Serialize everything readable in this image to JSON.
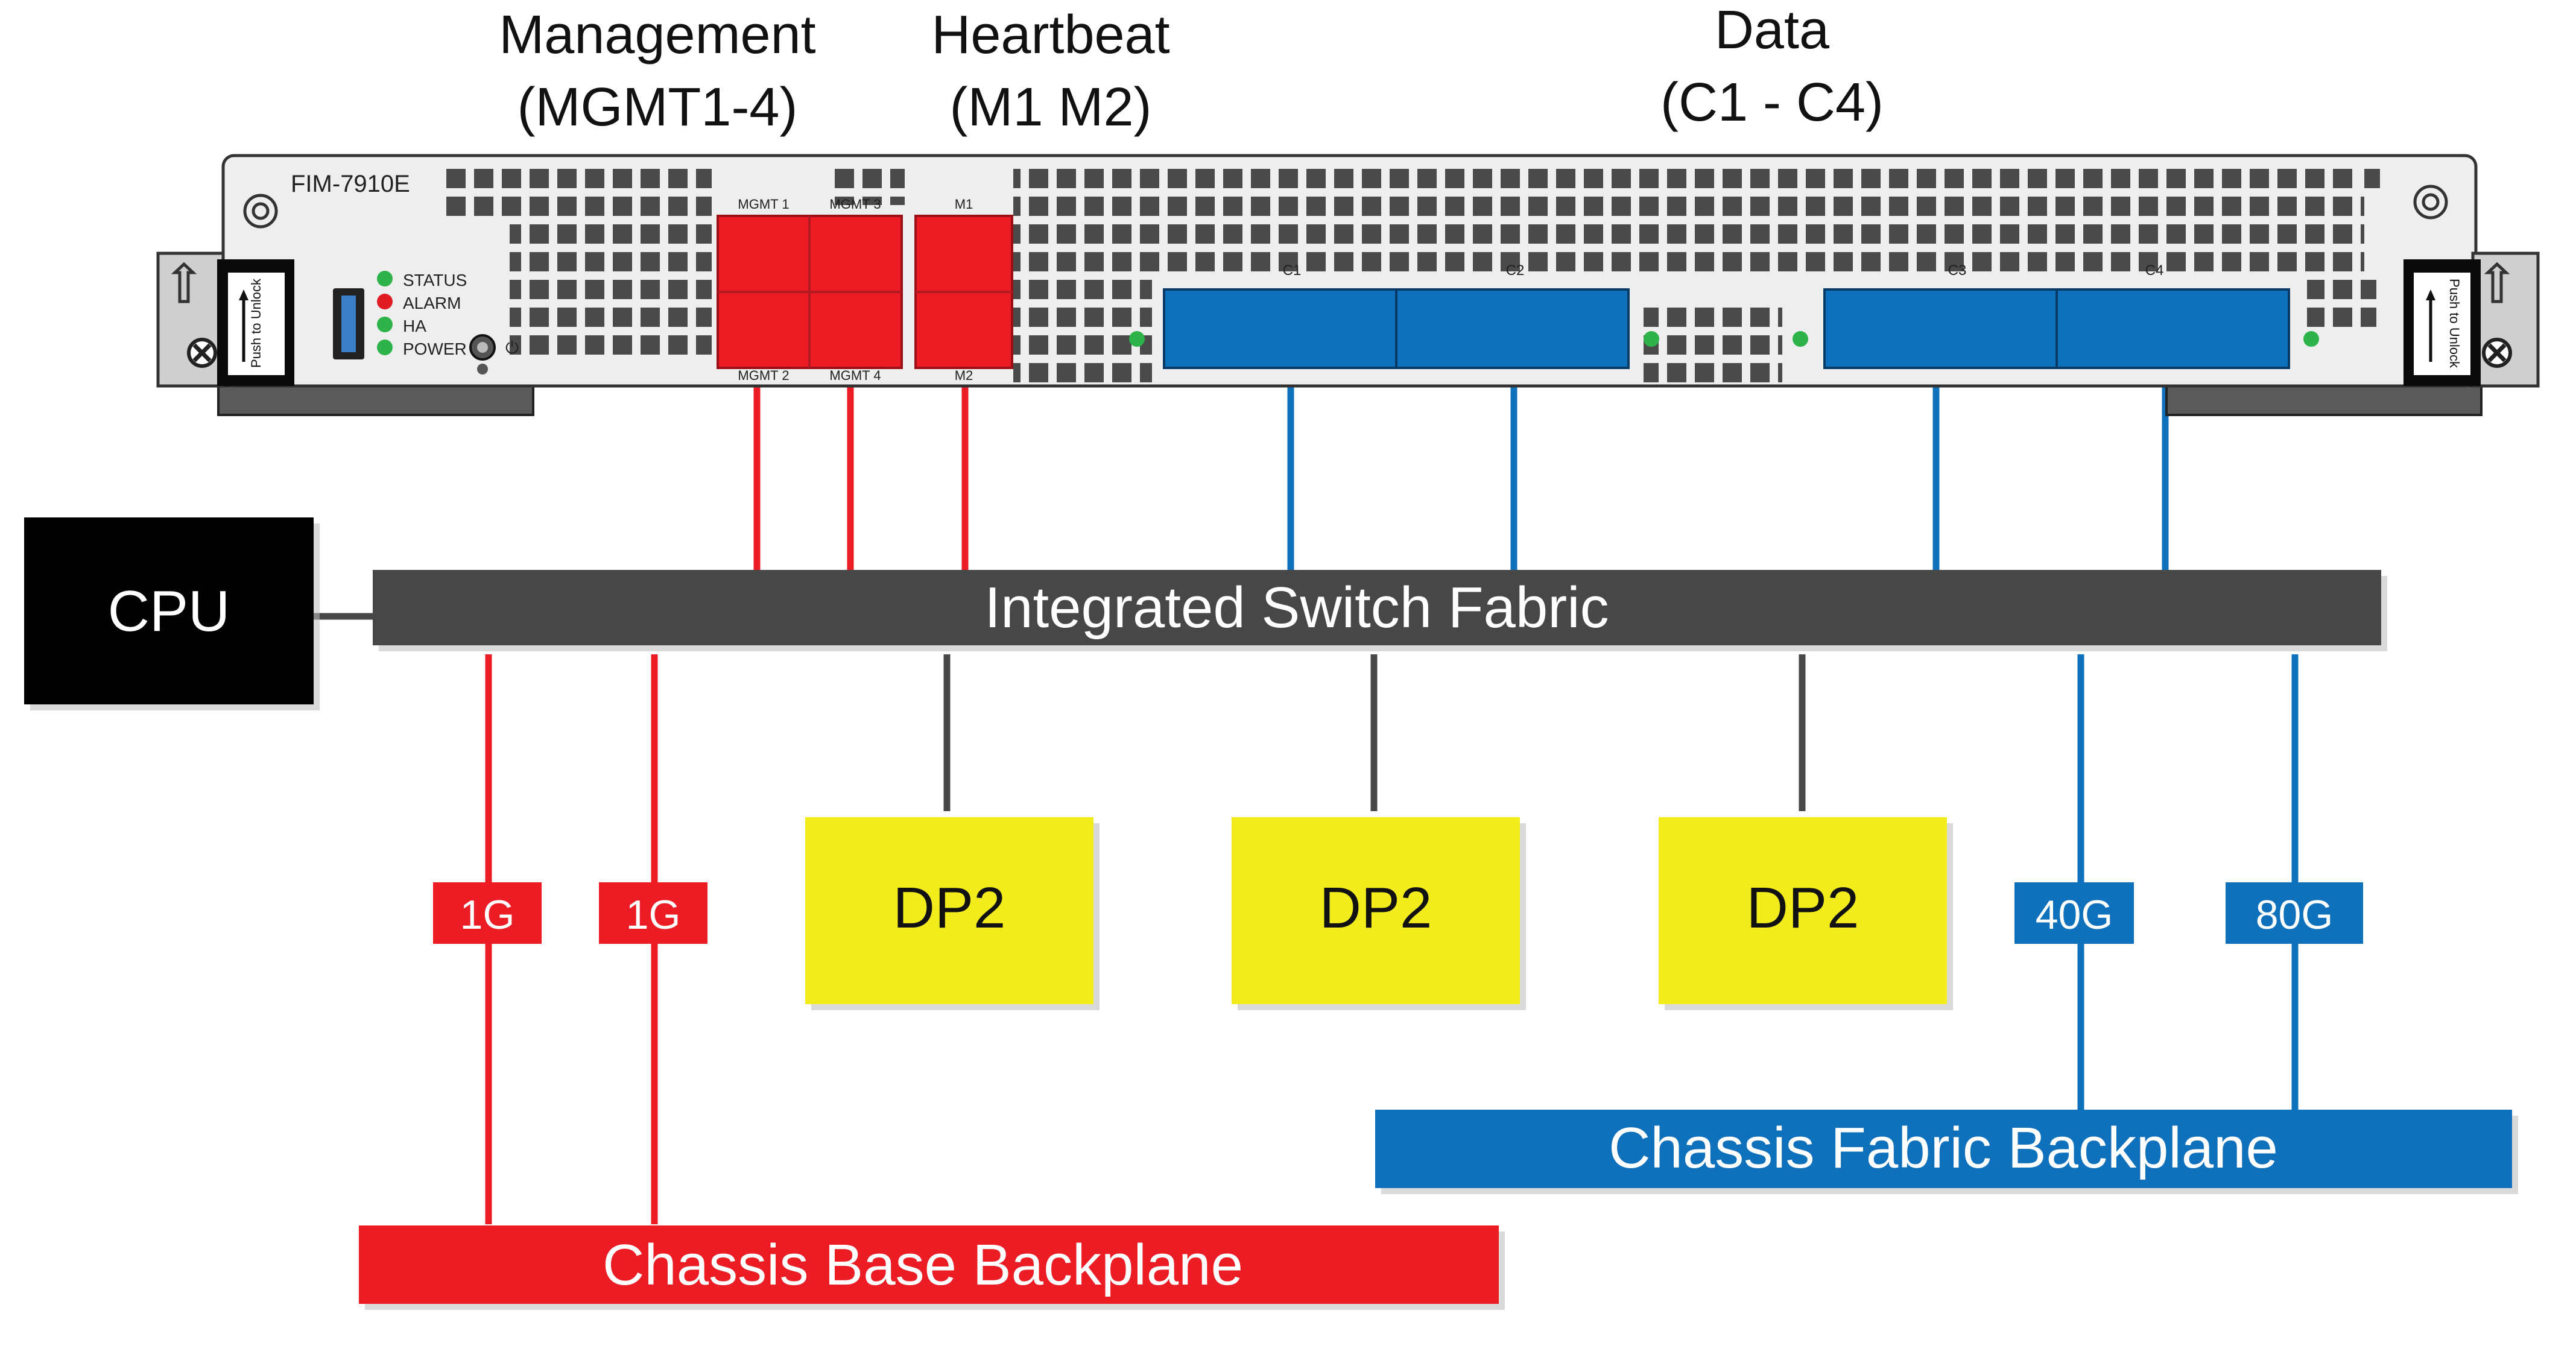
{
  "headings": {
    "management": [
      "Management",
      "(MGMT1-4)"
    ],
    "heartbeat": [
      "Heartbeat",
      "(M1 M2)"
    ],
    "data": [
      "Data",
      "(C1 - C4)"
    ]
  },
  "device": {
    "model": "FIM-7910E",
    "leds": [
      {
        "label": "STATUS",
        "color": "#2db34a"
      },
      {
        "label": "ALARM",
        "color": "#e11b22"
      },
      {
        "label": "HA",
        "color": "#2db34a"
      },
      {
        "label": "POWER",
        "color": "#2db34a"
      }
    ],
    "power_symbol": "⏻",
    "unlock_label": "Push to Unlock",
    "mgmt_ports": {
      "top": [
        "MGMT 1",
        "MGMT 3"
      ],
      "bottom": [
        "MGMT 2",
        "MGMT 4"
      ]
    },
    "hb_ports": {
      "top": "M1",
      "bottom": "M2"
    },
    "data_ports": [
      "C1",
      "C2",
      "C3",
      "C4"
    ]
  },
  "blocks": {
    "cpu": "CPU",
    "switch_fabric": "Integrated Switch Fabric",
    "dp": [
      "DP2",
      "DP2",
      "DP2"
    ],
    "base_backplane": "Chassis Base Backplane",
    "fabric_backplane": "Chassis Fabric Backplane"
  },
  "link_labels": {
    "base": [
      "1G",
      "1G"
    ],
    "fabric": [
      "40G",
      "80G"
    ]
  },
  "colors": {
    "red": "#ec1c24",
    "blue": "#0f71bb",
    "yellow": "#f2ec1c",
    "dark": "#474747",
    "black": "#000000",
    "led_green": "#2db34a"
  }
}
